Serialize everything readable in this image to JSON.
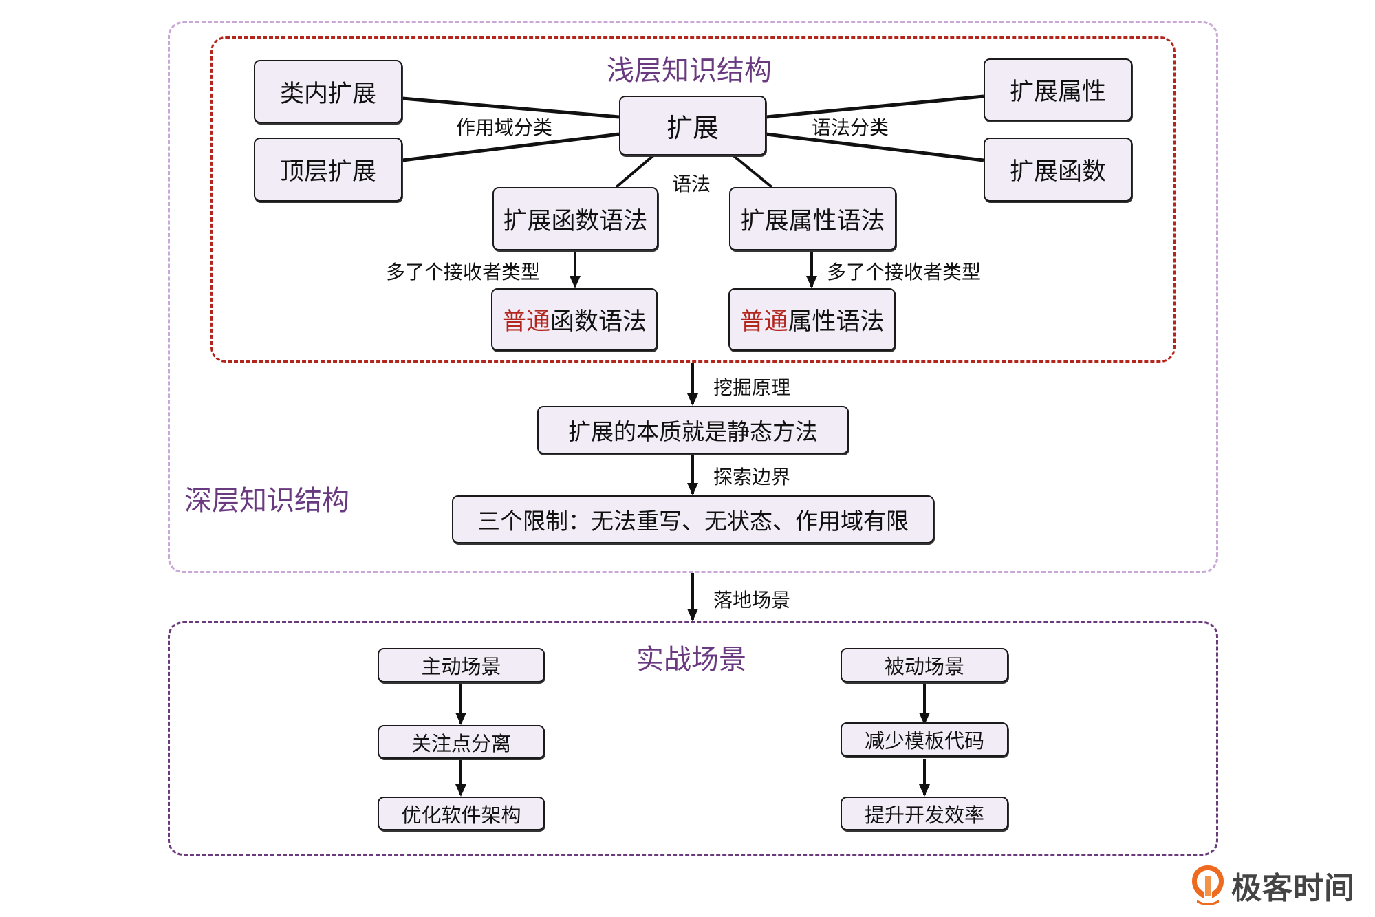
{
  "sections": {
    "shallow_title": "浅层知识结构",
    "deep_title": "深层知识结构",
    "practice_title": "实战场景"
  },
  "nodes": {
    "extension": "扩展",
    "in_class_extension": "类内扩展",
    "top_level_extension": "顶层扩展",
    "extension_property": "扩展属性",
    "extension_function": "扩展函数",
    "ext_function_syntax": "扩展函数语法",
    "ext_property_syntax": "扩展属性语法",
    "normal_function_syntax": {
      "highlight": "普通",
      "rest": "函数语法"
    },
    "normal_property_syntax": {
      "highlight": "普通",
      "rest": "属性语法"
    },
    "essence": "扩展的本质就是静态方法",
    "limits": "三个限制：无法重写、无状态、作用域有限",
    "active_scene": "主动场景",
    "separation": "关注点分离",
    "optimize_arch": "优化软件架构",
    "passive_scene": "被动场景",
    "reduce_boilerplate": "减少模板代码",
    "improve_efficiency": "提升开发效率"
  },
  "edge_labels": {
    "scope_classification": "作用域分类",
    "syntax_classification": "语法分类",
    "syntax": "语法",
    "extra_receiver_left": "多了个接收者类型",
    "extra_receiver_right": "多了个接收者类型",
    "dig_principle": "挖掘原理",
    "explore_boundary": "探索边界",
    "landing_scenes": "落地场景"
  },
  "colors": {
    "node_fill": "#f2ecf6",
    "title_purple": "#6a3a80",
    "highlight_red": "#b3261e",
    "outer_frame": "#c9a8d8",
    "bottom_frame": "#6b3a7d",
    "logo_orange": "#ee6a1f"
  },
  "logo": {
    "text": "极客时间",
    "icon": "geektime-logo-icon"
  }
}
